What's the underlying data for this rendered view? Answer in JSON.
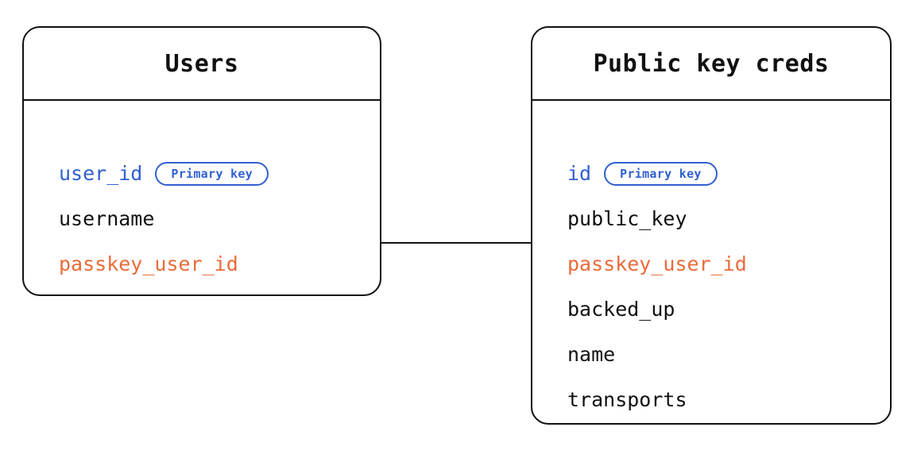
{
  "diagram": {
    "type": "entity-relationship-diagram",
    "background_color": "#ffffff",
    "colors": {
      "border": "#111111",
      "text": "#111111",
      "primary_key": "#3060d0",
      "foreign_key": "#ea6b39"
    },
    "badge_label": "Primary key",
    "entities": [
      {
        "id": "users",
        "title": "Users",
        "fields": [
          {
            "name": "user_id",
            "role": "key",
            "badge": "Primary key"
          },
          {
            "name": "username",
            "role": "plain",
            "badge": null
          },
          {
            "name": "passkey_user_id",
            "role": "fkey",
            "badge": null
          }
        ]
      },
      {
        "id": "public_key_creds",
        "title": "Public key creds",
        "fields": [
          {
            "name": "id",
            "role": "key",
            "badge": "Primary key"
          },
          {
            "name": "public_key",
            "role": "plain",
            "badge": null
          },
          {
            "name": "passkey_user_id",
            "role": "fkey",
            "badge": null
          },
          {
            "name": "backed_up",
            "role": "plain",
            "badge": null
          },
          {
            "name": "name",
            "role": "plain",
            "badge": null
          },
          {
            "name": "transports",
            "role": "plain",
            "badge": null
          }
        ]
      }
    ],
    "relationships": [
      {
        "from_entity": "users",
        "from_field": "passkey_user_id",
        "to_entity": "public_key_creds",
        "to_field": "passkey_user_id",
        "style": "solid-line"
      }
    ]
  }
}
